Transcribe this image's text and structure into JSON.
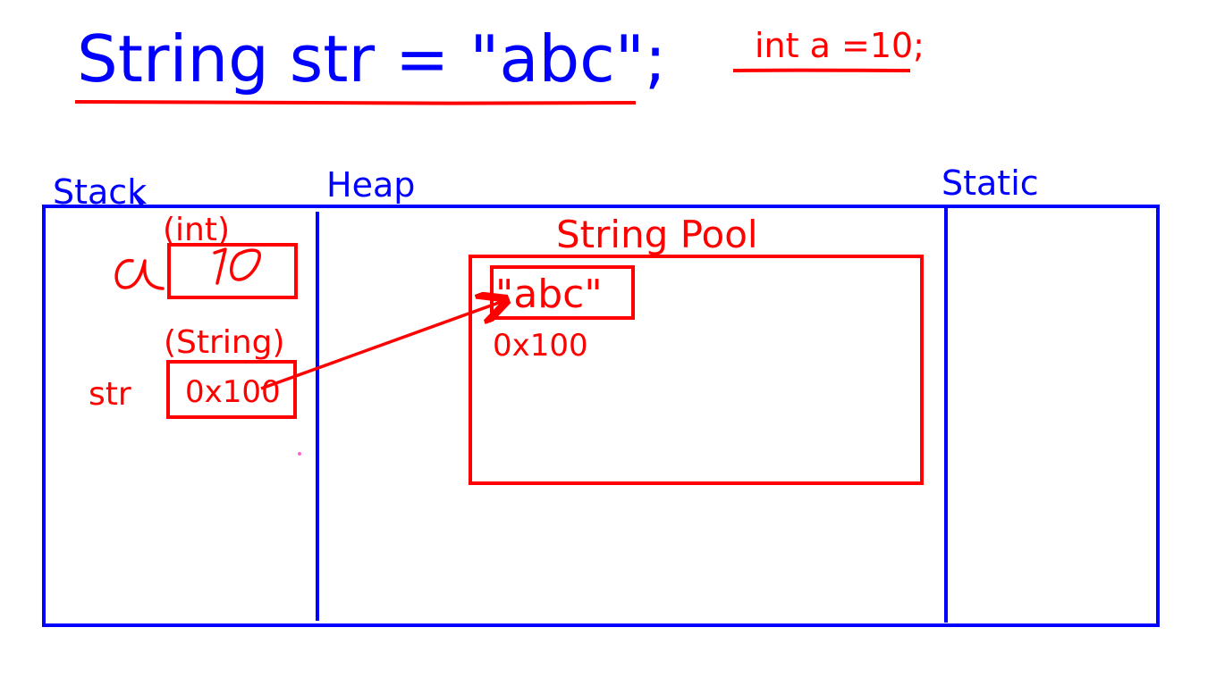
{
  "code": {
    "string_declaration": "String str = \"abc\";",
    "int_declaration": "int a =10;"
  },
  "memory": {
    "stack_label": "Stack",
    "heap_label": "Heap",
    "static_label": "Static"
  },
  "stack": {
    "int_type_label": "(int)",
    "int_var_name": "a",
    "int_value": "10",
    "string_type_label": "(String)",
    "string_var_name": "str",
    "string_value": "0x100"
  },
  "heap": {
    "pool_label": "String Pool",
    "pool_literal": "\"abc\"",
    "pool_address": "0x100"
  },
  "colors": {
    "structure": "#0000ff",
    "annotation": "#ff0000"
  }
}
